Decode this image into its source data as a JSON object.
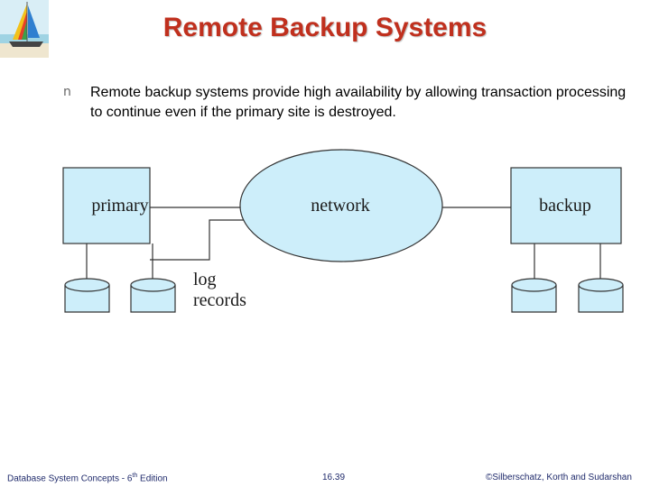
{
  "slide": {
    "title": "Remote Backup Systems",
    "bullet_marker": "n",
    "bullet_text": "Remote backup systems provide high availability by allowing transaction processing to continue even if the primary site is destroyed."
  },
  "diagram": {
    "primary_label": "primary",
    "network_label": "network",
    "backup_label": "backup",
    "log_label_line1": "log",
    "log_label_line2": "records",
    "colors": {
      "box_fill": "#cdeefa",
      "stroke": "#333333"
    }
  },
  "footer": {
    "left_prefix": "Database System Concepts - 6",
    "left_sup": "th",
    "left_suffix": " Edition",
    "center": "16.39",
    "right": "©Silberschatz, Korth and Sudarshan"
  }
}
